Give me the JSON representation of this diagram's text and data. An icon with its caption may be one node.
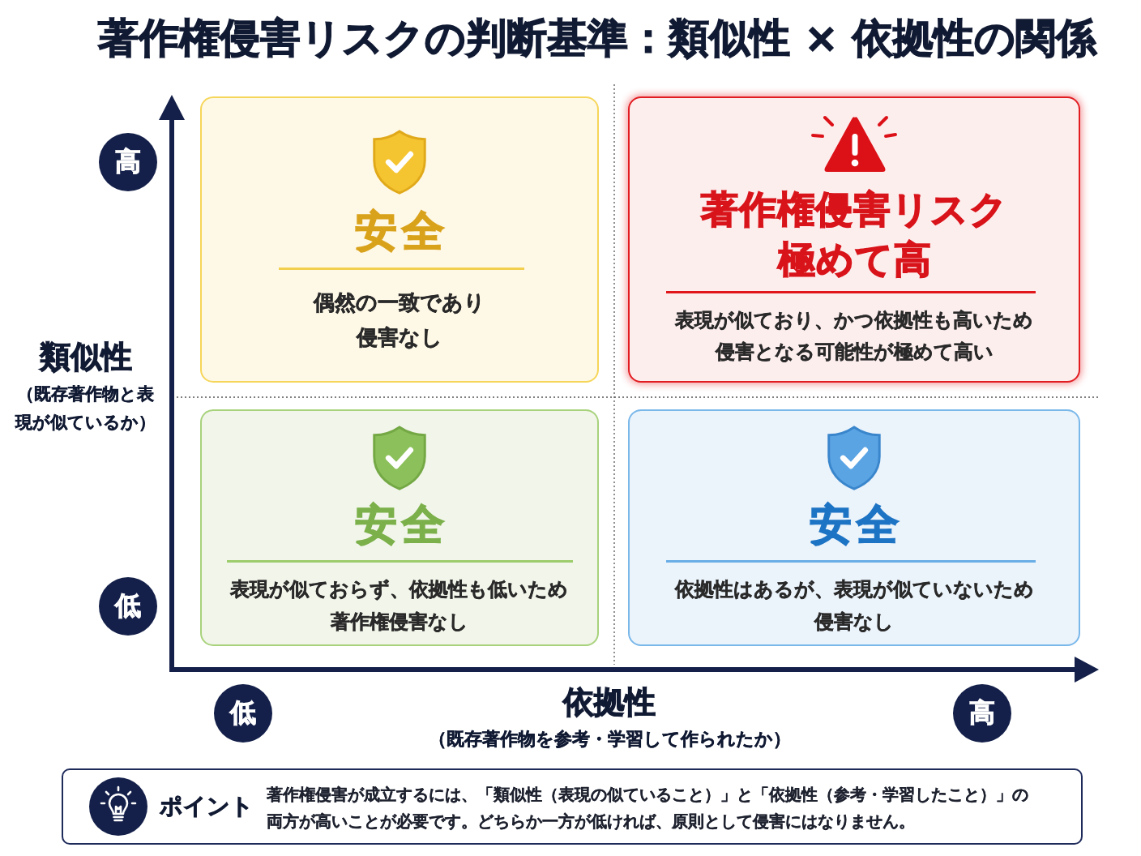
{
  "diagram": {
    "title": "著作権侵害リスクの判断基準：類似性 × 依拠性の関係",
    "nodes": [
      {
        "text": [
          "安全",
          "偶然の一致であり侵害なし"
        ]
      },
      {
        "text": [
          "著作権侵害リスク極めて高",
          "表現が似ており、かつ依拠性も高いため侵害となる可能性が極めて高い"
        ]
      },
      {
        "text": [
          "安全",
          "表現が似ておらず、依拠性も低いため著作権侵害なし"
        ]
      },
      {
        "text": [
          "安全",
          "依拠性はあるが、表現が似ていないため侵害なし"
        ]
      },
      {
        "text": [
          "高"
        ]
      },
      {
        "text": [
          "低"
        ]
      },
      {
        "text": [
          "低"
        ]
      },
      {
        "text": [
          "高"
        ]
      },
      {
        "text": [
          "ポイント",
          "著作権侵害が成立するには、「類似性（表現の似ていること）」と「依拠性（参考・学習したこと）」の両方が高いことが必要です。どちらか一方が低ければ、原則として侵害にはなりません。"
        ]
      }
    ],
    "labels": [
      "類似性",
      "（既存著作物と表現が似ているか）",
      "依拠性",
      "（既存著作物を参考・学習して作られたか）"
    ]
  }
}
